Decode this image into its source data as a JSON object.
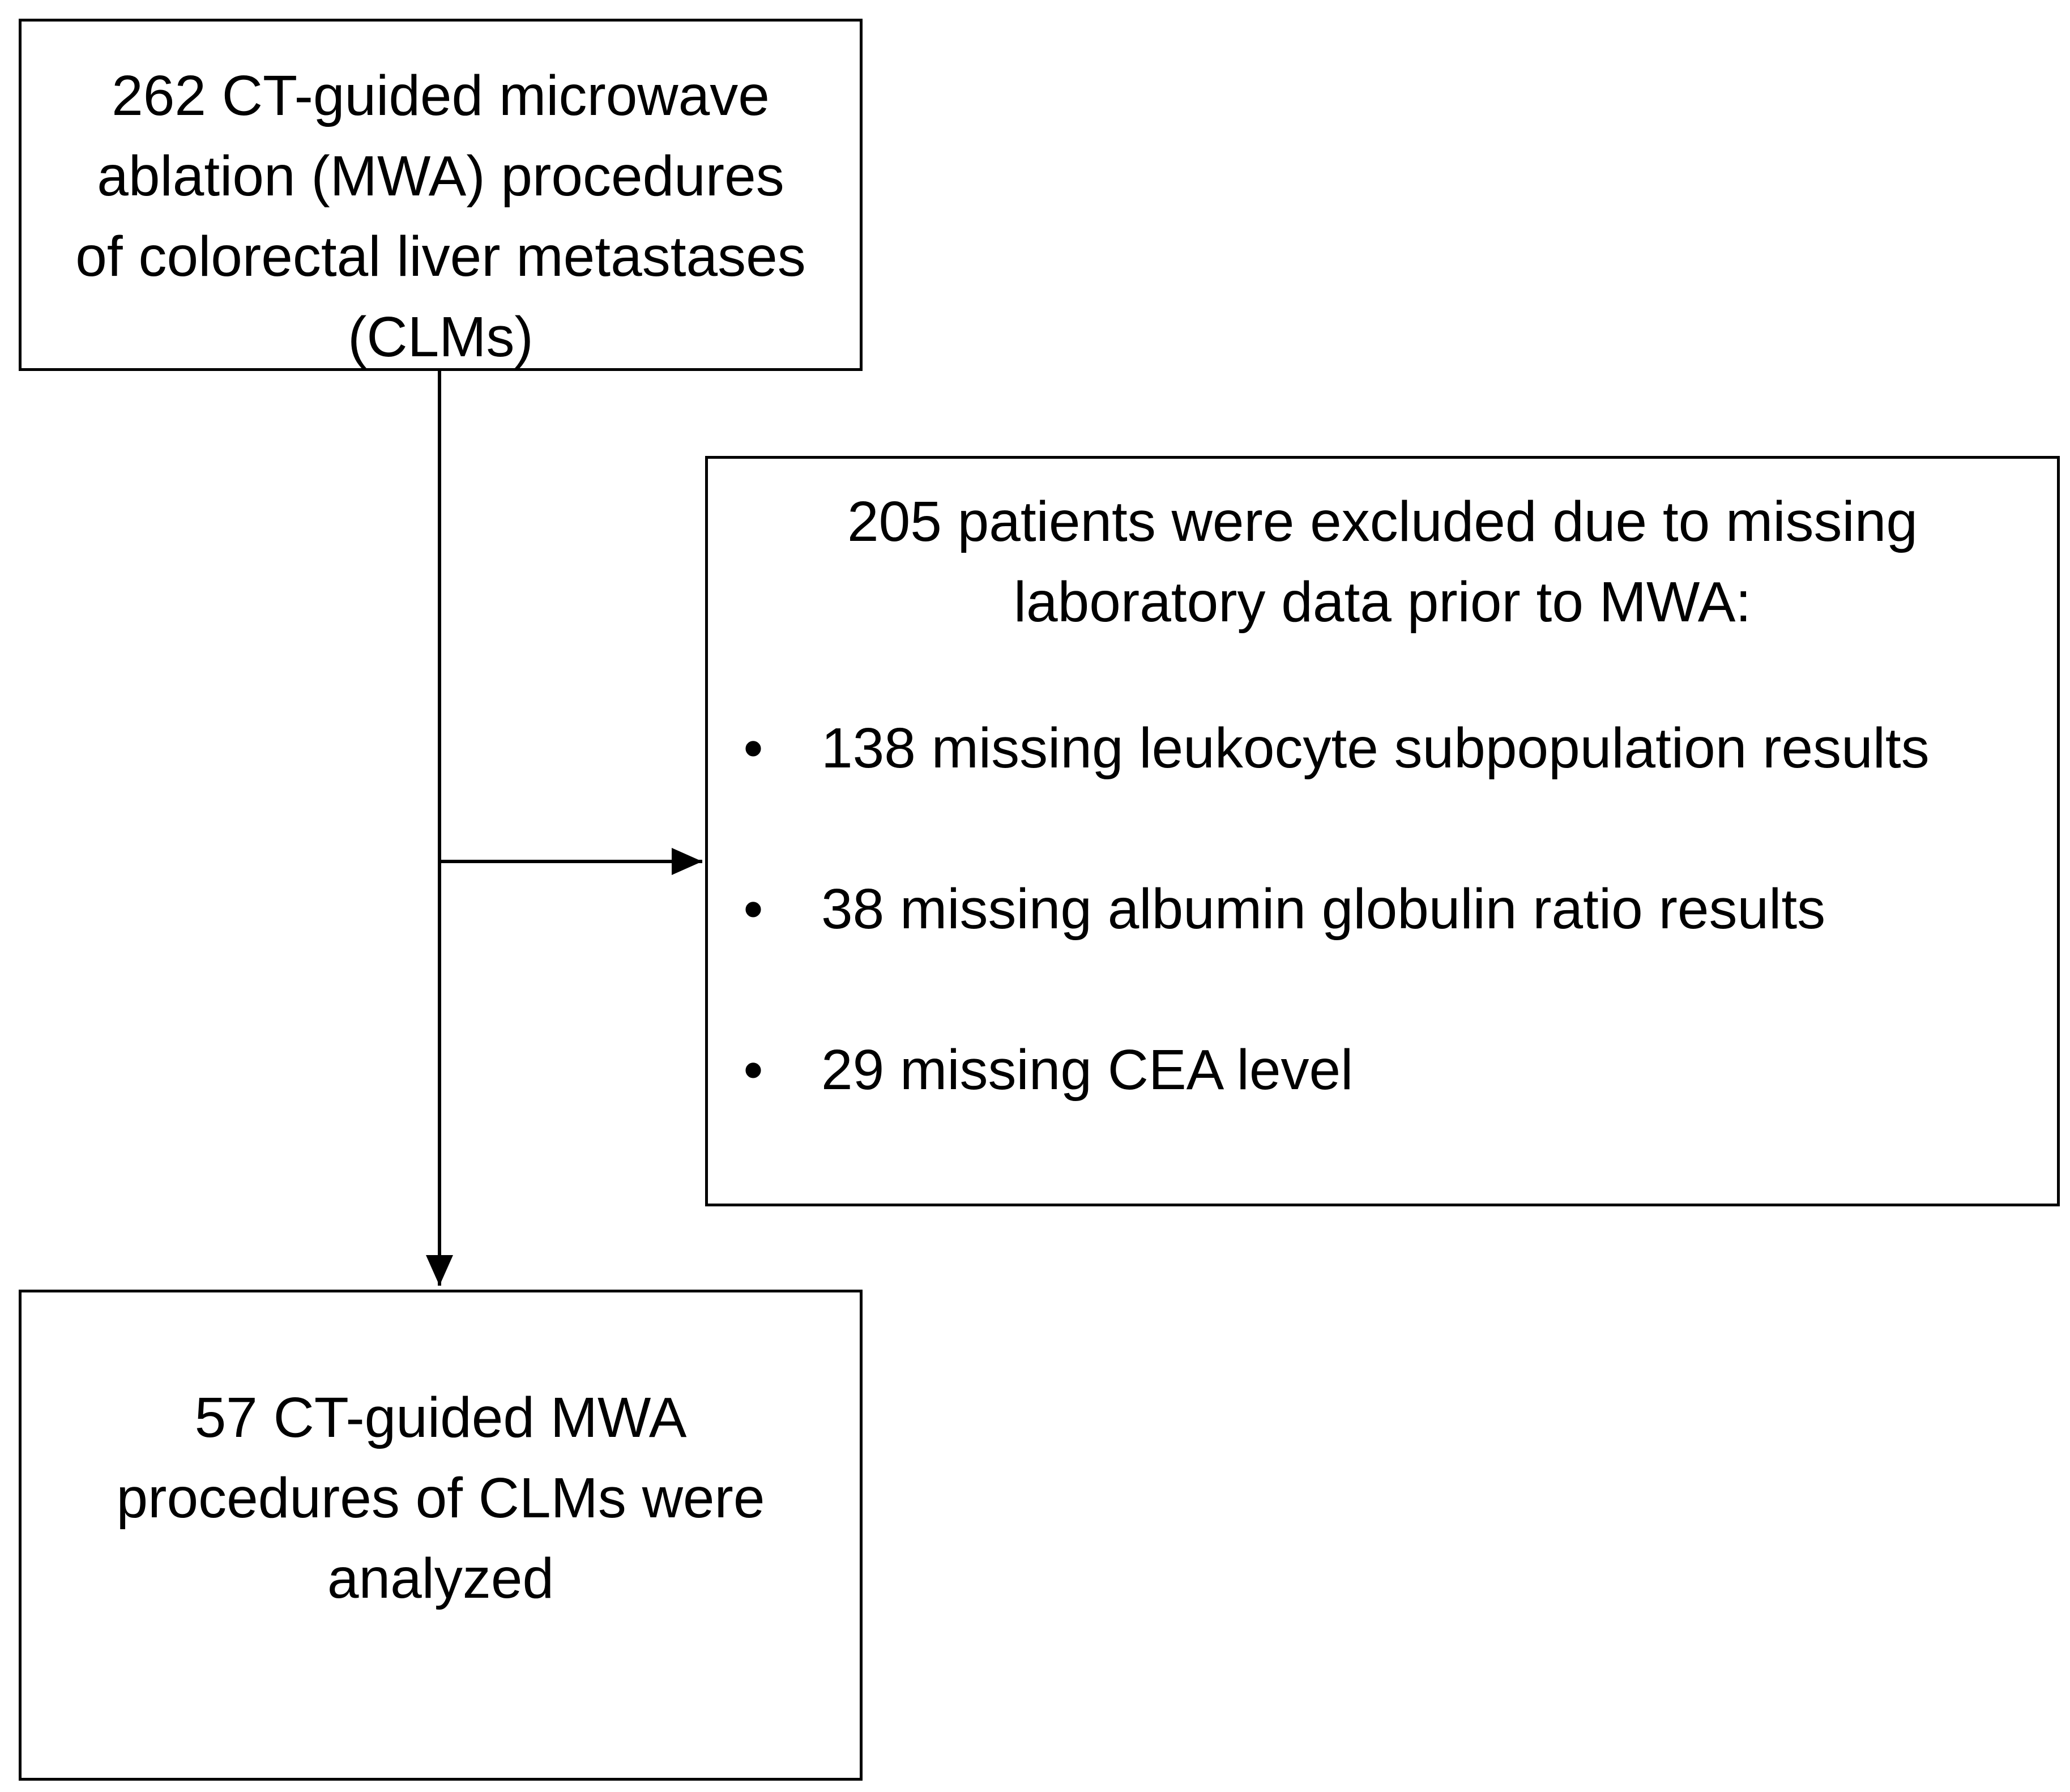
{
  "flow": {
    "start_box": {
      "lines": [
        "262 CT-guided microwave",
        "ablation (MWA) procedures",
        "of colorectal liver metastases",
        "(CLMs)"
      ]
    },
    "exclusion_box": {
      "heading_lines": [
        "205 patients were excluded due to missing",
        "laboratory data prior to MWA:"
      ],
      "bullet_symbol": "•",
      "items": [
        "138 missing leukocyte subpopulation results",
        "38 missing albumin globulin ratio results",
        "29 missing CEA level"
      ]
    },
    "result_box": {
      "lines": [
        "57 CT-guided MWA",
        "procedures of CLMs were",
        "analyzed"
      ]
    }
  },
  "colors": {
    "line": "#000000",
    "background": "#ffffff"
  }
}
